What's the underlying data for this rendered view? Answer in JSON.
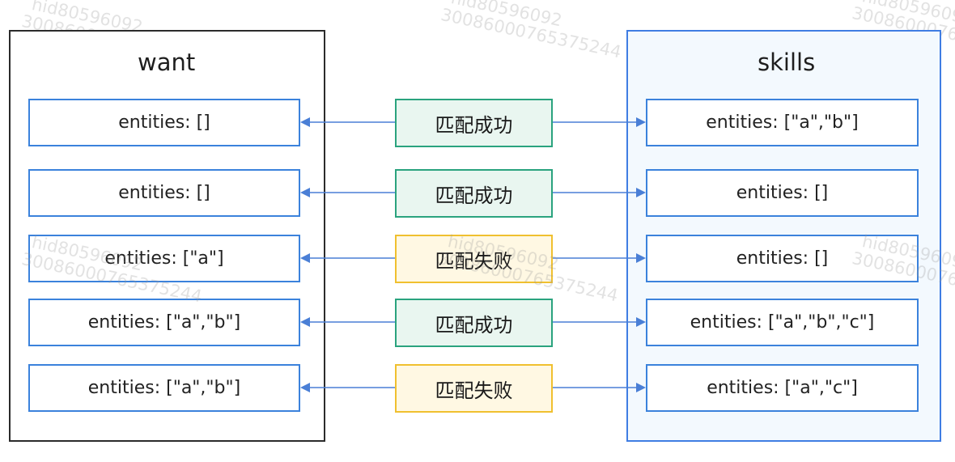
{
  "want": {
    "title": "want",
    "entries": [
      "entities: []",
      "entities: []",
      "entities: [\"a\"]",
      "entities: [\"a\",\"b\"]",
      "entities: [\"a\",\"b\"]"
    ]
  },
  "skills": {
    "title": "skills",
    "entries": [
      "entities: [\"a\",\"b\"]",
      "entities: []",
      "entities: []",
      "entities: [\"a\",\"b\",\"c\"]",
      "entities: [\"a\",\"c\"]"
    ]
  },
  "results": [
    {
      "label": "匹配成功",
      "status": "success"
    },
    {
      "label": "匹配成功",
      "status": "success"
    },
    {
      "label": "匹配失败",
      "status": "fail"
    },
    {
      "label": "匹配成功",
      "status": "success"
    },
    {
      "label": "匹配失败",
      "status": "fail"
    }
  ],
  "watermark": {
    "line1": "hid80596092",
    "line2": "30086000765375244"
  },
  "colors": {
    "connector": "#4a7fd6",
    "success_border": "#2aa37e",
    "fail_border": "#f0c02f",
    "skills_panel_border": "#3f7de3"
  }
}
